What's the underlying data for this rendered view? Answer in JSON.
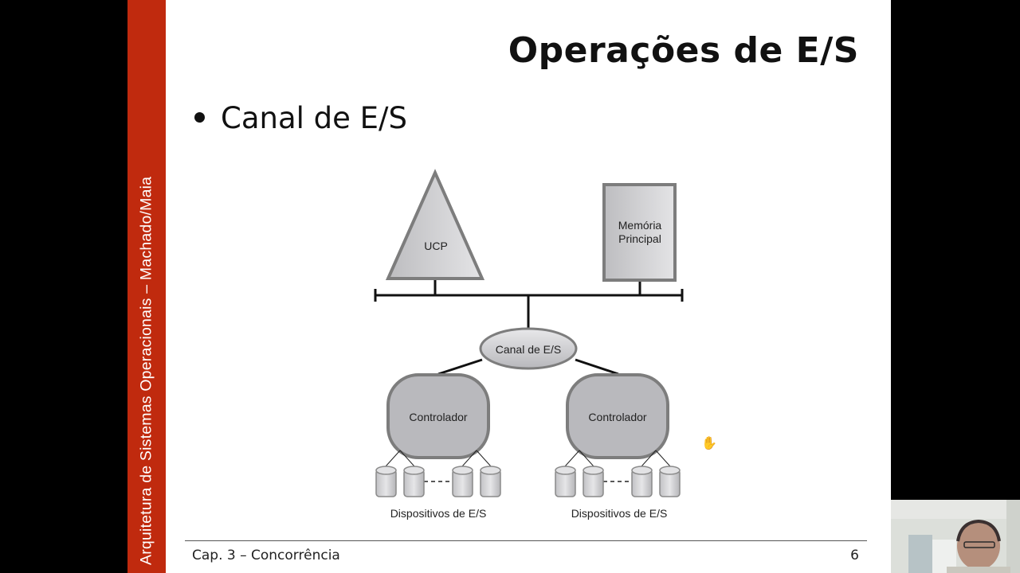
{
  "slide": {
    "sidebar_text": "Arquitetura de Sistemas Operacionais – Machado/Maia",
    "title": "Operações de E/S",
    "bullet": "Canal de E/S",
    "footer": {
      "chapter": "Cap. 3 – Concorrência",
      "page_number": "6"
    },
    "colors": {
      "sidebar": "#c02a0e",
      "background": "#ffffff",
      "diagram_fill": "#c9c9cc",
      "diagram_stroke": "#7a7a7a"
    }
  },
  "diagram": {
    "cpu_label": "UCP",
    "memory_label_line1": "Memória",
    "memory_label_line2": "Principal",
    "channel_label": "Canal de E/S",
    "controllers": [
      {
        "label": "Controlador",
        "devices_label": "Dispositivos de E/S"
      },
      {
        "label": "Controlador",
        "devices_label": "Dispositivos de E/S"
      }
    ]
  },
  "overlay": {
    "cursor_icon": "hand-grab-cursor",
    "webcam": "presenter-webcam"
  }
}
